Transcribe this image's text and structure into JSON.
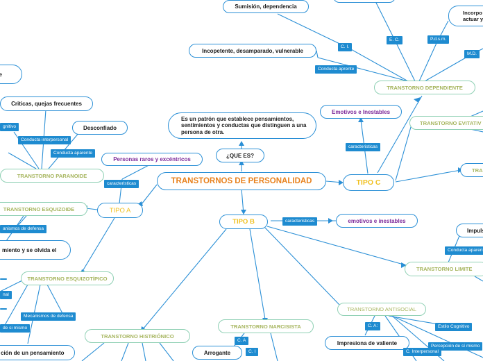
{
  "root": "TRANSTORNOS DE PERSONALIDAD",
  "que_es": {
    "question": "¿QUE ES?",
    "definition": "Es un patrón que establece pensamientos, sentimientos y conductas que distinguen a una persona de otra."
  },
  "tipo_a": {
    "title": "TIPO A",
    "caracteristicas_label": "caracteristicas",
    "caracteristicas": "Personas raros y excéntricos",
    "paranoide": {
      "title": "TRANSTORNO PARANOIDE",
      "criticas": "Criticas, quejas frecuentes",
      "desconfiado": "Desconfiado",
      "conducta_interpersonal": "Conducta interpersonal",
      "conducta_aparente": "Conducta aparente",
      "cognitivo": "gnitivo"
    },
    "esquizoide": {
      "title": "TRANSTORNO ESQUIZOIDE",
      "mecanismos": "anismos de defensa",
      "olvida": "miento y se olvida el"
    },
    "esquizotipico": {
      "title": "TRANSTORNO ESQUIZOTÍPICO",
      "mecanismos": "Mecanismos de defensa",
      "de_si_mismo": "de si mismo",
      "nal": "nal",
      "pensamiento": "ción de un pensamiento"
    },
    "top_left": "e"
  },
  "tipo_b": {
    "title": "TIPO B",
    "caracteristicas_label": "caracteristicas",
    "caracteristicas": "emotivos e inestables",
    "histrionico": {
      "title": "TRANSTORNO HISTRIÓNICO"
    },
    "narcisista": {
      "title": "TRANSTORNO NARCISISTA",
      "ca": "C. A",
      "ci": "C. I",
      "arrogante": "Arrogante"
    },
    "antisocial": {
      "title": "TRANSTORNO ANTISOCIAL",
      "ca": "C. A:",
      "impresiona": "Impresiona de valiente",
      "estilo_cognitivo": "Estilo Cognitivo",
      "percepcion": "Percepción de sí mismo",
      "c_interpersonal": "C. Interpersonal"
    },
    "limite": {
      "title": "TRANSTORNO LIMITE",
      "conducta_aparente": "Conducta aparente",
      "impulsivo": "Impuls"
    }
  },
  "tipo_c": {
    "title": "TIPO C",
    "caracteristicas_label": "caracteristicas",
    "caracteristicas": "Emotivos e Inestables",
    "dependiente": {
      "title": "TRANSTORNO DEPENDIENTE",
      "sumision": "Sumisión, dependencia",
      "incompetente": "Incopetente, desamparado, vulnerable",
      "ci": "C. I.",
      "ec": "E. C.",
      "pdsm": "P.d.s.m.",
      "md": "M.D.",
      "conducta_aparente": "Conducta aprente",
      "incorpo": "Incorpo actuar y"
    },
    "evitativo": {
      "title": "TRANSTORNO EVITATIV"
    },
    "other": "TRA"
  }
}
